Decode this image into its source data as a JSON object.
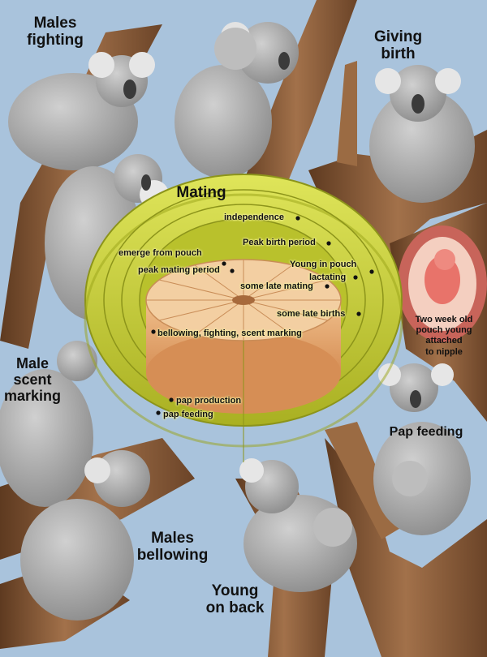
{
  "labels": {
    "males_fighting": [
      "Males",
      "fighting"
    ],
    "giving_birth": [
      "Giving",
      "birth"
    ],
    "mating": "Mating",
    "male_scent_marking": [
      "Male",
      "scent",
      "marking"
    ],
    "pouch_young": [
      "Two week old",
      "pouch young",
      "attached",
      "to nipple"
    ],
    "pap_feeding": "Pap feeding",
    "males_bellowing": [
      "Males",
      "bellowing"
    ],
    "young_on_back": [
      "Young",
      "on back"
    ]
  },
  "cycle": {
    "independence": "independence",
    "peak_birth_period": "Peak birth period",
    "emerge_from_pouch": "emerge from pouch",
    "young_in_pouch": "Young in pouch",
    "peak_mating_period": "peak mating period",
    "lactating": "lactating",
    "some_late_mating": "some late mating",
    "some_late_births": "some late births",
    "bellowing": "bellowing, fighting, scent marking",
    "pap_production": "pap production",
    "pap_feeding": "pap feeding"
  },
  "colors": {
    "sky": "#a9c3dc",
    "ring": "#c9d23a",
    "ring_dark": "#9aa318",
    "disc": "#e8a873",
    "bark": "#8a5a36",
    "koala": "#a8a8a8",
    "embryo": "#e8736a"
  }
}
